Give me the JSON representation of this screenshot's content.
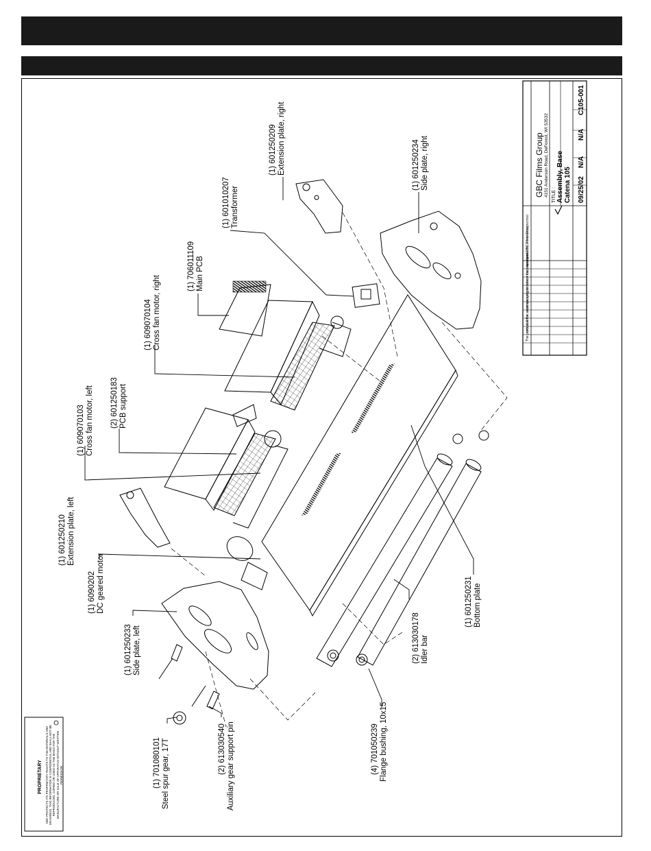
{
  "labels": [
    {
      "id": "transformer",
      "line1": "(1) 601010207",
      "line2": "Transformer"
    },
    {
      "id": "ext-right",
      "line1": "(1) 601250209",
      "line2": "Extension plate, right"
    },
    {
      "id": "main-pcb",
      "line1": "(1) 706011109",
      "line2": "Main PCB"
    },
    {
      "id": "side-right",
      "line1": "(1) 601250234",
      "line2": "Side plate, right"
    },
    {
      "id": "fan-right",
      "line1": "(1) 609070104",
      "line2": "Cross fan motor, right"
    },
    {
      "id": "pcb-support",
      "line1": "(2) 601250183",
      "line2": "PCB support"
    },
    {
      "id": "fan-left",
      "line1": "(1) 609070103",
      "line2": "Cross fan motor, left"
    },
    {
      "id": "ext-left",
      "line1": "(1) 601250210",
      "line2": "Extension plate, left"
    },
    {
      "id": "dc-motor",
      "line1": "(1) 6090202",
      "line2": "DC geared motor"
    },
    {
      "id": "side-left",
      "line1": "(1) 601250233",
      "line2": "Side plate, left"
    },
    {
      "id": "bottom-plate",
      "line1": "(1) 601250231",
      "line2": "Bottom plate"
    },
    {
      "id": "idler-bar",
      "line1": "(2) 613030178",
      "line2": "Idler bar"
    },
    {
      "id": "flange-bushing",
      "line1": "(4) 701050239",
      "line2": "Flange bushing, 10x15"
    },
    {
      "id": "aux-pin",
      "line1": "(2) 613030540",
      "line2": "Auxiliary gear support pin"
    },
    {
      "id": "spur-gear",
      "line1": "(1) 701080101",
      "line2": "Steel spur gear, 17T"
    }
  ],
  "title_block": {
    "company": "GBC Films Group",
    "address": "4151 Anderson Road, DeForest,   WI  53532",
    "title_label": "TITLE :",
    "title_line1": "Assembly, Base",
    "title_line2": "Catena 105",
    "date": "09/25/02",
    "drawn_by": "N/A",
    "scale": "N/A",
    "dwg_no": "C105-001",
    "revision_label": "REVISION",
    "checked_by": "CHECKED BY : GBC FILMS GROUP",
    "originator": "ORIGINATOR : BBP",
    "tolerance_text": "UNLESS OTHERWISE NOTED",
    "proprietary_small": "The product & the accompanying detail are the property of GBC Films Group"
  },
  "proprietary": {
    "heading": "PROPRIETARY",
    "body": "GBC PROTECTS ITS PROPRIETARY RIGHTS TO THE MATERIALS AND DRAWINGS. THIS INFORMATION IS CONFIDENTIAL AND SHALL NOT BE REPRODUCED, COPIED OR USED AS THE BASIS FOR THE MANUFACTURE OR SALE OF APPARATUS WITHOUT WRITTEN PERMISSION."
  }
}
